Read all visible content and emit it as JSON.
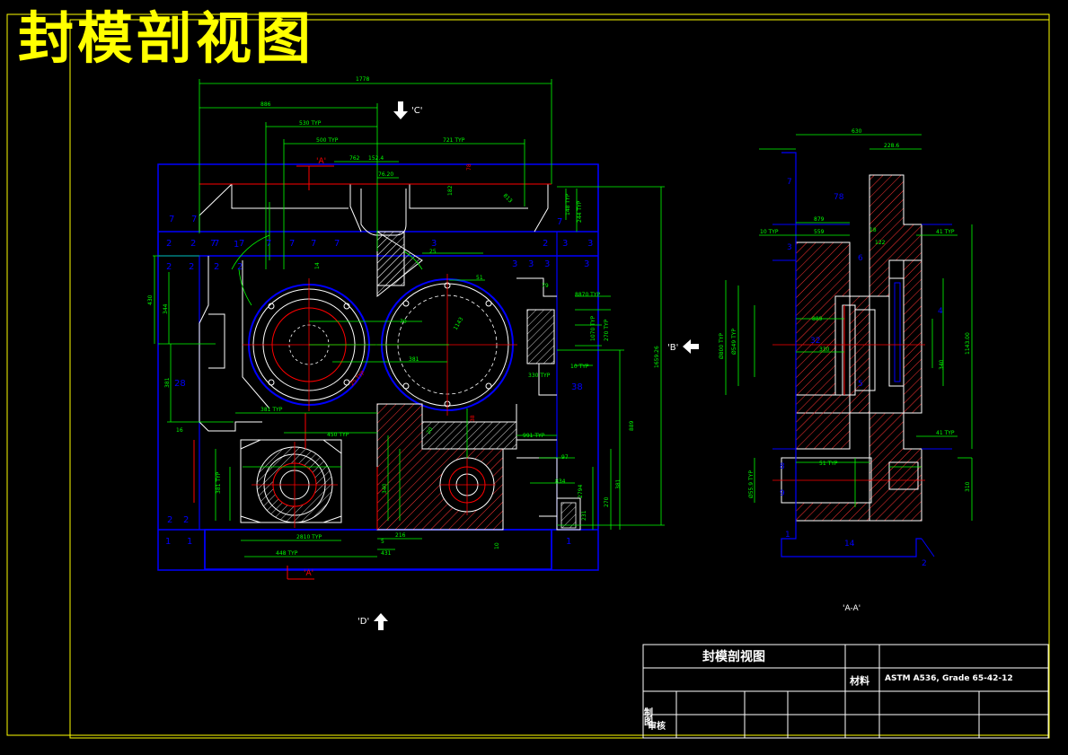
{
  "header": {
    "title": "封模剖视图"
  },
  "views": {
    "view_c": "'C'",
    "view_d": "'D'",
    "view_b": "'B'",
    "section_a_top": "'A'",
    "section_a_bottom": "'A'",
    "section_aa": "'A-A'"
  },
  "dims_main": {
    "d1778": "1778",
    "d886": "886",
    "d530": "530 TYP",
    "d500": "500 TYP",
    "d721": "721 TYP",
    "d762": "762",
    "d1524": "152.4",
    "d7620": "76.20",
    "d182": "182",
    "d813": "813",
    "d148": "148 TYP",
    "d244": "244 TYP",
    "d25": "25",
    "d1659": "1659.26",
    "d430": "430",
    "d344": "344",
    "d381a": "381",
    "d381b": "381",
    "d381typ": "381 TYP",
    "d450": "450 TYP",
    "d381typ2": "381 TYP",
    "d340": "340",
    "d2810": "2810 TYP",
    "d448": "448 TYP",
    "d216": "216",
    "d431": "431",
    "d889": "889",
    "d381c": "381",
    "d231": "231",
    "d270": "270",
    "d97": "97",
    "d834": "834",
    "d79": "79",
    "d78": "78",
    "d8870": "8870 TYP",
    "d1070": "1070 TYP",
    "d270typ": "270 TYP",
    "d10typ": "10 TYP",
    "d330typ": "330 TYP",
    "d991": "991 TYP",
    "d16": "16",
    "d10": "10",
    "d51": "51",
    "d38": "38",
    "d20": "20",
    "d14": "14",
    "d1143": "1143",
    "d2794": "2794",
    "d25typ": "25 TYP",
    "d70": "70",
    "d5": "5"
  },
  "dims_side": {
    "s630": "630",
    "s2286": "228.6",
    "s10typ": "10 TYP",
    "s41typ": "41 TYP",
    "s41typ2": "41 TYP",
    "s879": "879",
    "s559": "559",
    "s122": "122",
    "s18": "18",
    "s889": "889",
    "s330": "330",
    "s800": "Ø800 TYP",
    "s549": "Ø549 TYP",
    "s1143": "1143.00",
    "s51typ": "51 TYP",
    "s559b": "Ø55.9 TYP",
    "s340": "340",
    "s310": "310",
    "s78": "78",
    "s14": "14",
    "s3": "3",
    "s32": "32",
    "s1": "1",
    "s4": "4",
    "s8": "8",
    "s6": "6",
    "s5": "5",
    "s9": "9",
    "s2": "2",
    "s7": "7"
  },
  "zones_main": [
    "7",
    "7",
    "2",
    "2",
    "7",
    "7",
    "7",
    "7",
    "7",
    "7",
    "2",
    "3",
    "3",
    "3",
    "2",
    "2",
    "2",
    "2",
    "3",
    "3",
    "3",
    "3",
    "28",
    "38",
    "2",
    "2",
    "1",
    "1",
    "1",
    "1",
    "7",
    "7"
  ],
  "title_block": {
    "drawing_name": "封模剖视图",
    "material_label": "材料",
    "material_value": "ASTM A536, Grade 65-42-12",
    "drawn_label": "制图",
    "check_label": "审核"
  },
  "colors": {
    "background": "#000000",
    "outline": "#0000ff",
    "dimension": "#00ff00",
    "geometry": "#ffffff",
    "hidden": "#ff0000",
    "circle_blue": "#0000ff",
    "zone": "#0000ff",
    "title": "#ffff00",
    "frame": "#ffff00",
    "hatch": "#ff3333"
  }
}
